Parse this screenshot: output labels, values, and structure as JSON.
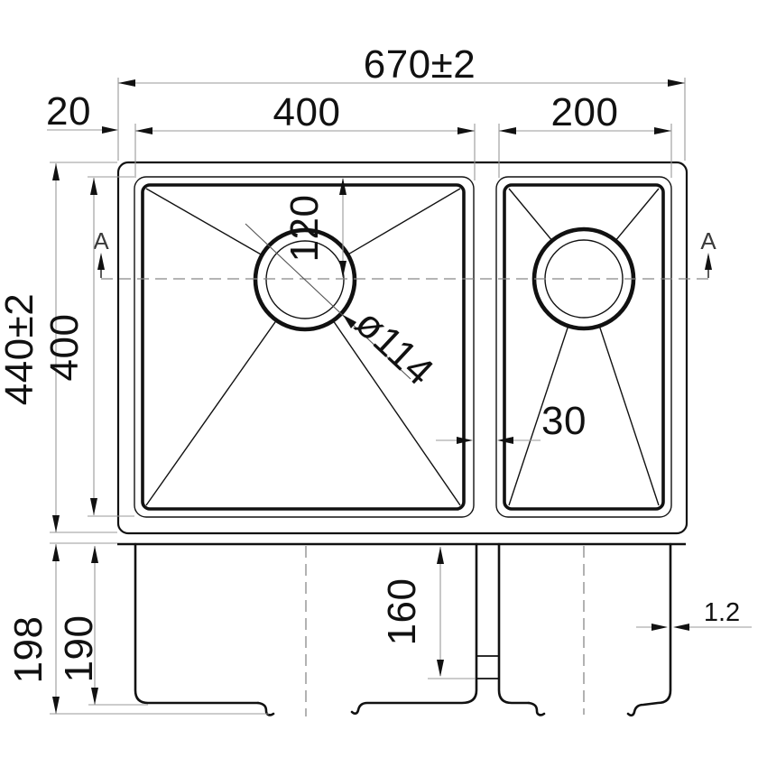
{
  "colors": {
    "background": "#ffffff",
    "line": "#111111",
    "dimension_line": "#999999",
    "text": "#111111"
  },
  "top_view": {
    "dim_overall_width": "670±2",
    "dim_left_offset": "20",
    "dim_main_bowl_width": "400",
    "dim_small_bowl_width": "200",
    "dim_overall_depth": "440±2",
    "dim_bowl_depth": "400",
    "dim_drain_offset": "120",
    "dim_drain_diameter": "ø114",
    "dim_bowl_gap": "30",
    "section_marker_left": "A",
    "section_marker_right": "A"
  },
  "section_view": {
    "dim_outer_depth": "198",
    "dim_inner_depth": "190",
    "dim_small_bowl_depth": "160",
    "dim_wall_thickness": "1.2"
  }
}
